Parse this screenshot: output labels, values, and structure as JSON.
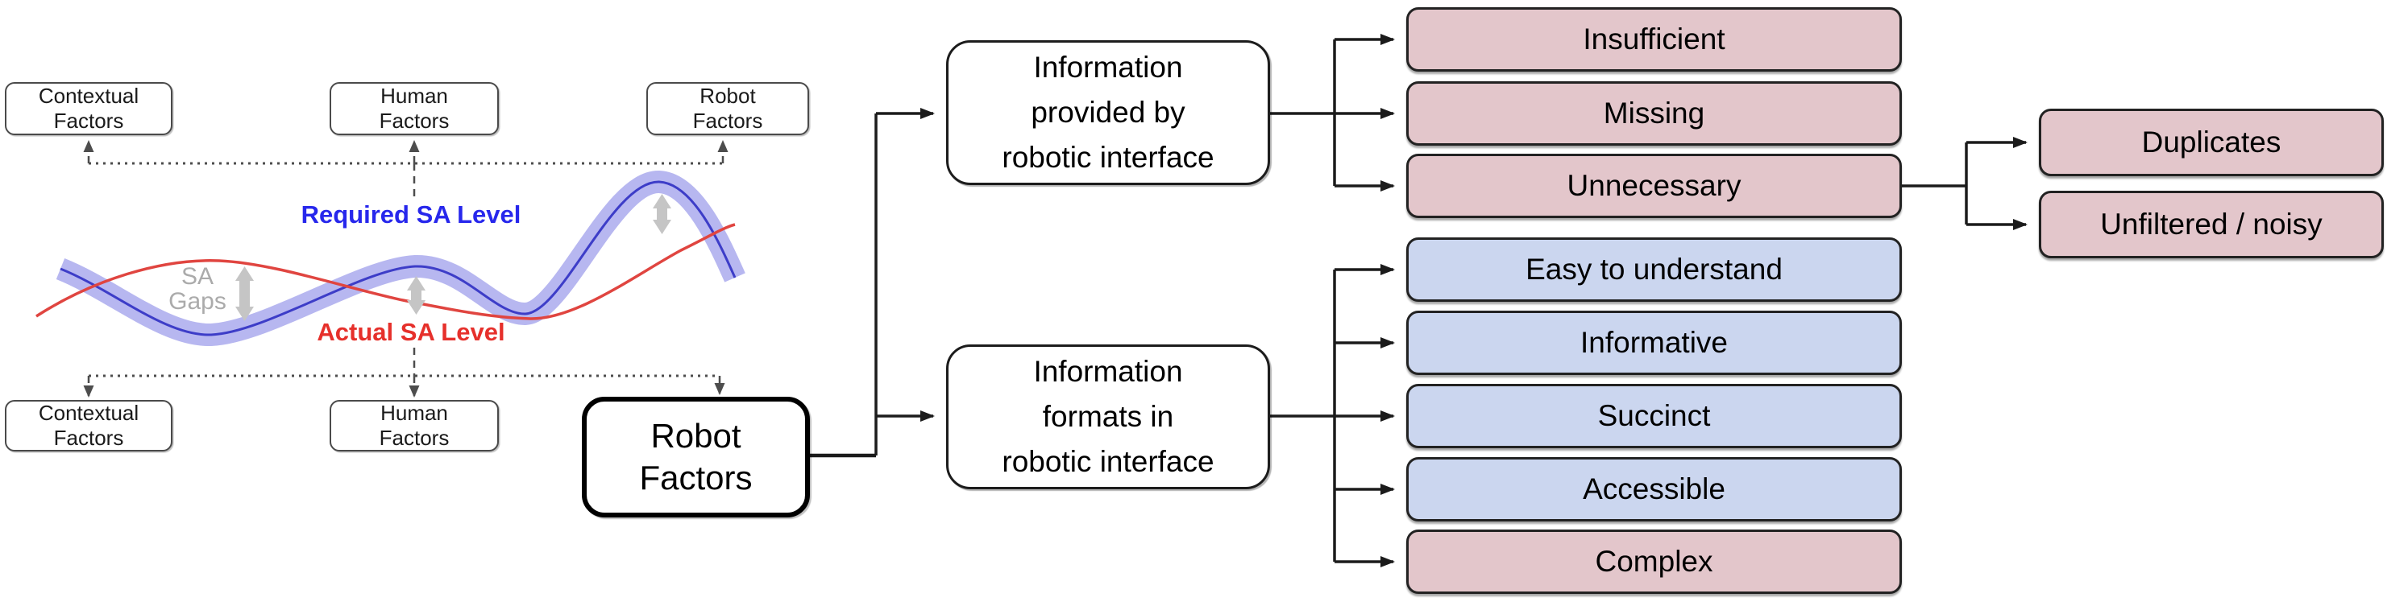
{
  "figure": {
    "description": "Situation awareness (SA) gaps diagram feeding a Robot Factors taxonomy flowchart"
  },
  "colors": {
    "negative_fill": "#e3c6cb",
    "positive_fill": "#cbd6ef",
    "required_blue": "#2727ec",
    "actual_red": "#e6302b",
    "gap_gray": "#ababab",
    "band_blue": "#7b7be4",
    "band_core_blue": "#3d3dc8",
    "actual_line_red": "#e04540",
    "connector_black": "#1b1b1b",
    "dash_gray": "#4d4d4d"
  },
  "sa": {
    "top_factors": [
      {
        "label": "Contextual\nFactors"
      },
      {
        "label": "Human\nFactors"
      },
      {
        "label": "Robot\nFactors"
      }
    ],
    "bottom_factors": [
      {
        "label": "Contextual\nFactors"
      },
      {
        "label": "Human\nFactors"
      }
    ],
    "required_label": "Required SA Level",
    "actual_label": "Actual SA Level",
    "gaps_label": "SA\nGaps"
  },
  "root": {
    "label": "Robot\nFactors"
  },
  "branches": [
    {
      "label": "Information\nprovided by\nrobotic interface",
      "children": [
        {
          "label": "Insufficient",
          "tone": "negative"
        },
        {
          "label": "Missing",
          "tone": "negative"
        },
        {
          "label": "Unnecessary",
          "tone": "negative",
          "children": [
            {
              "label": "Duplicates",
              "tone": "negative"
            },
            {
              "label": "Unfiltered / noisy",
              "tone": "negative"
            }
          ]
        }
      ]
    },
    {
      "label": "Information\nformats in\nrobotic interface",
      "children": [
        {
          "label": "Easy to understand",
          "tone": "positive"
        },
        {
          "label": "Informative",
          "tone": "positive"
        },
        {
          "label": "Succinct",
          "tone": "positive"
        },
        {
          "label": "Accessible",
          "tone": "positive"
        },
        {
          "label": "Complex",
          "tone": "negative"
        }
      ]
    }
  ]
}
